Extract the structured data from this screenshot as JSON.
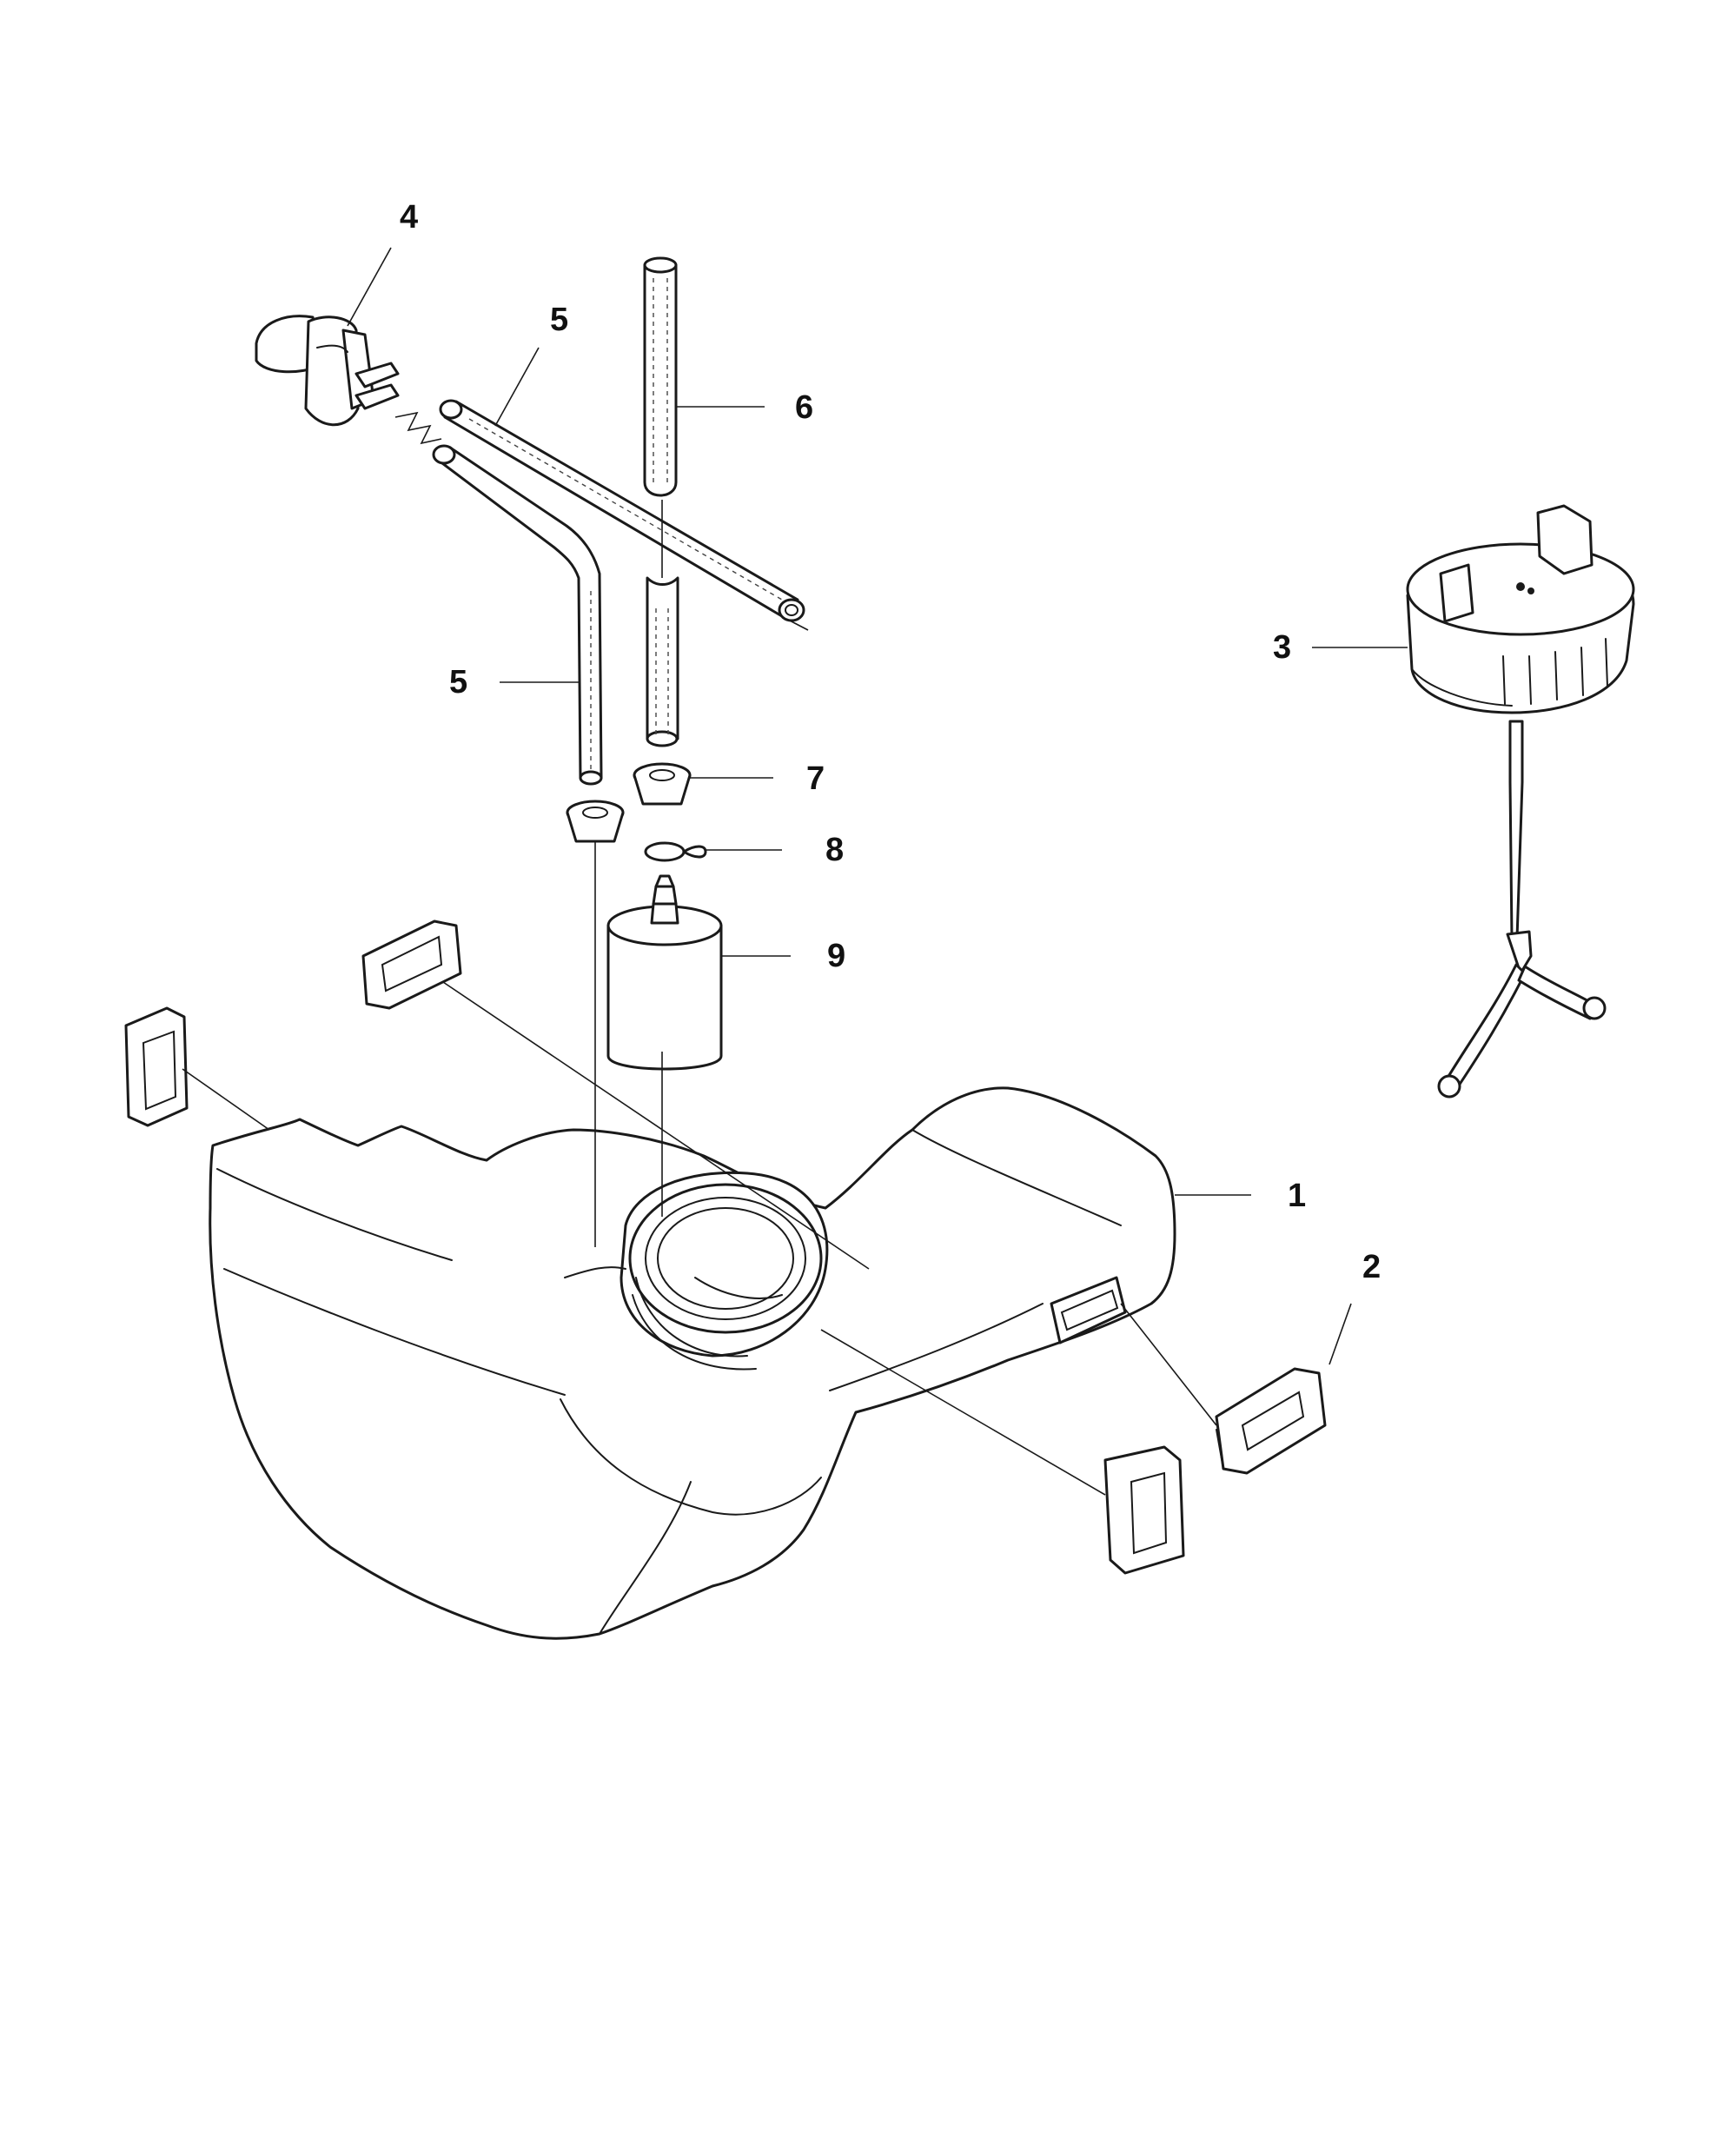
{
  "callouts": {
    "c1": "1",
    "c2": "2",
    "c3": "3",
    "c4": "4",
    "c5a": "5",
    "c5b": "5",
    "c6": "6",
    "c7": "7",
    "c8": "8",
    "c9": "9"
  }
}
